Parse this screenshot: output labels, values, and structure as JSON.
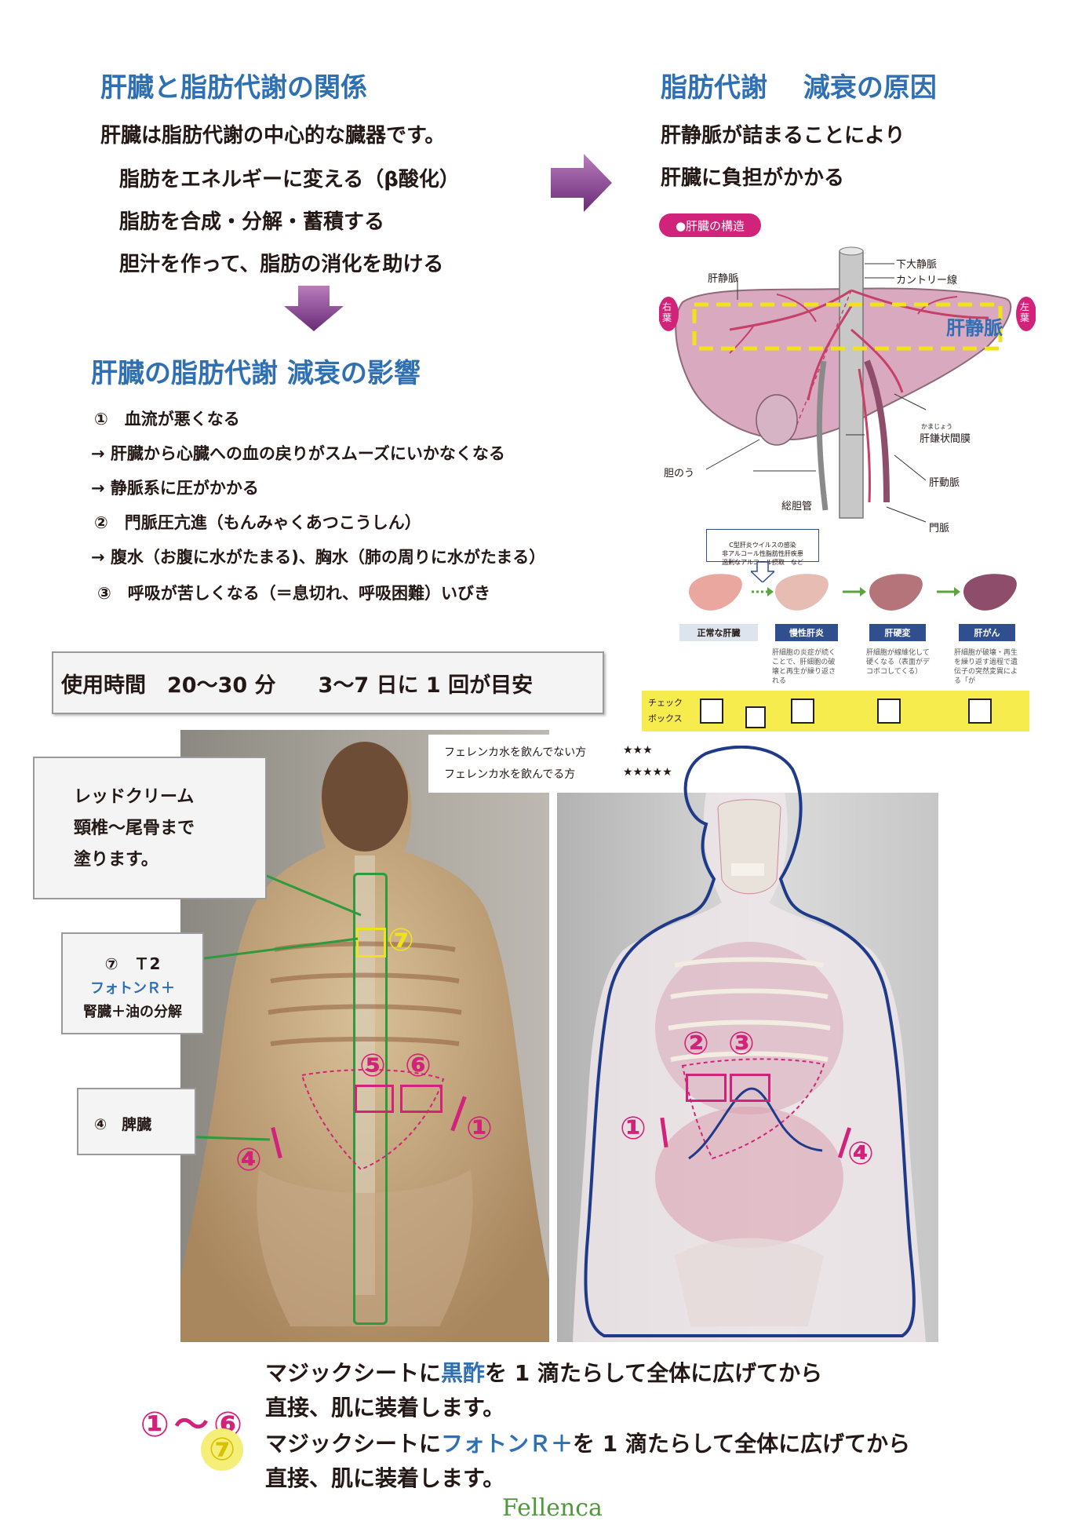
{
  "left_section": {
    "title": "肝臓と脂肪代謝の関係",
    "intro": "肝臓は脂肪代謝の中心的な臓器です。",
    "points": [
      "脂肪をエネルギーに変える（β酸化）",
      "脂肪を合成・分解・蓄積する",
      "胆汁を作って、脂肪の消化を助ける"
    ]
  },
  "right_section": {
    "title": "脂肪代謝　 減衰の原因",
    "lines": [
      "肝静脈が詰まることにより",
      "肝臓に負担がかかる"
    ]
  },
  "effects": {
    "title": "肝臓の脂肪代謝 減衰の影響",
    "items": [
      "①　血流が悪くなる",
      "→ 肝臓から心臓への血の戻りがスムーズにいかなくなる",
      "→ 静脈系に圧がかかる",
      "②　門脈圧亢進（もんみゃくあつこうしん）",
      "→ 腹水（お腹に水がたまる)、胸水（肺の周りに水がたまる）",
      "③　呼吸が苦しくなる（＝息切れ、呼吸困難）いびき"
    ]
  },
  "usage_time": "使用時間　20〜30 分　　3〜7 日に 1 回が目安",
  "liver_diagram": {
    "badge": "●肝臓の構造",
    "labels": {
      "hepatic_vein": "肝静脈",
      "ivc": "下大静脈",
      "cantlie": "カントリー線",
      "right_lobe": "右葉",
      "left_lobe": "左葉",
      "big_label": "肝静脈",
      "ligament": "肝鎌状間膜",
      "ligament_ruby": "かまじょう",
      "gallbladder": "胆のう",
      "artery": "肝動脈",
      "bile_duct": "総胆管",
      "portal": "門脈"
    },
    "causes": "C型肝炎ウイルスの感染\n非アルコール性脂肪性肝疾患\n過剰なアルコール摂取　など",
    "stages": [
      {
        "label": "正常な肝臓",
        "desc": "",
        "color": "#e9a7a0"
      },
      {
        "label": "慢性肝炎",
        "desc": "肝細胞の炎症が続くことで、肝細胞の破壊と再生が繰り返される",
        "color": "#e7bcb3"
      },
      {
        "label": "肝硬変",
        "desc": "肝細胞が線維化して硬くなる（表面がデコボコしてくる）",
        "color": "#b5747a"
      },
      {
        "label": "肝がん",
        "desc": "肝細胞が破壊・再生を繰り返す過程で遺伝子の突然変異による「が",
        "color": "#8e4d6a"
      }
    ],
    "check_label": "チェック\nボックス",
    "colors": {
      "liver": "#d9a9c0",
      "vein": "#c64068",
      "dashed": "#f2e21a",
      "check_bar": "#f6ec4d"
    }
  },
  "ratings": {
    "not_drinking": "フェレンカ水を飲んでない方",
    "not_drinking_stars": "★★★",
    "drinking": "フェレンカ水を飲んでる方",
    "drinking_stars": "★★★★★"
  },
  "callouts": {
    "red_cream": "レッドクリーム\n頸椎〜尾骨まで\n塗ります。",
    "t2_num": "⑦　Ｔ2",
    "t2_product": "フォトンＲ＋",
    "t2_desc": "腎臓＋油の分解",
    "spleen": "④　脾臓"
  },
  "markers": {
    "m1": "①",
    "m2": "②",
    "m3": "③",
    "m4": "④",
    "m5": "⑤",
    "m6": "⑥",
    "m7": "⑦"
  },
  "instructions": {
    "range_a": "①",
    "range_tilde": "〜",
    "range_b": "⑥",
    "line1_pre": "マジックシートに",
    "line1_product": "黒酢",
    "line1_post": "を 1 滴たらして全体に広げてから",
    "line1_2": "直接、肌に装着します。",
    "num7": "⑦",
    "line2_pre": "マジックシートに",
    "line2_product": "フォトンＲ＋",
    "line2_post": "を 1 滴たらして全体に広げてから",
    "line2_2": "直接、肌に装着します。"
  },
  "logo": "Fellenca"
}
